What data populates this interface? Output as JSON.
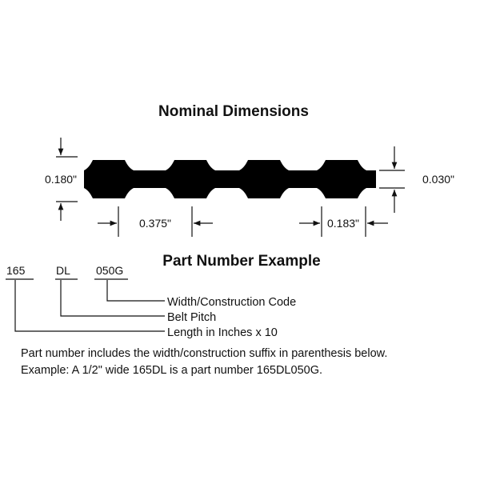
{
  "titles": {
    "nominal": "Nominal Dimensions",
    "part_number": "Part Number Example"
  },
  "dimensions": {
    "belt_height": "0.180\"",
    "land_thickness": "0.030\"",
    "pitch": "0.375\"",
    "tooth_width": "0.183\""
  },
  "part_number": {
    "length_code": "165",
    "pitch_code": "DL",
    "width_code": "050G",
    "width_label": "Width/Construction Code",
    "pitch_label": "Belt Pitch",
    "length_label": "Length in Inches x 10"
  },
  "notes": {
    "line1": "Part number includes the width/construction suffix in parenthesis below.",
    "line2": "Example: A 1/2\" wide  165DL is a part number 165DL050G."
  }
}
